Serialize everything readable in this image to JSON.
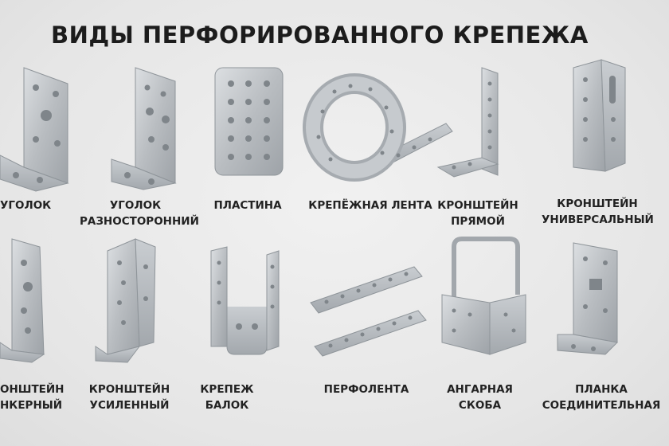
{
  "title": "ВИДЫ ПЕРФОРИРОВАННОГО КРЕПЕЖА",
  "items": [
    {
      "l1": "УГОЛОК",
      "l2": ""
    },
    {
      "l1": "УГОЛОК",
      "l2": "РАЗНОСТОРОННИЙ"
    },
    {
      "l1": "ПЛАСТИНА",
      "l2": ""
    },
    {
      "l1": "КРЕПЁЖНАЯ ЛЕНТА",
      "l2": ""
    },
    {
      "l1": "КРОНШТЕЙН",
      "l2": "ПРЯМОЙ"
    },
    {
      "l1": "КРОНШТЕЙН",
      "l2": "УНИВЕРСАЛЬНЫЙ"
    },
    {
      "l1": "ОНШТЕЙН",
      "l2": "НКЕРНЫЙ"
    },
    {
      "l1": "КРОНШТЕЙН",
      "l2": "УСИЛЕННЫЙ"
    },
    {
      "l1": "КРЕПЕЖ",
      "l2": "БАЛОК"
    },
    {
      "l1": "ПЕРФОЛЕНТА",
      "l2": ""
    },
    {
      "l1": "АНГАРНАЯ",
      "l2": "СКОБА"
    },
    {
      "l1": "ПЛАНКА",
      "l2": "СОЕДИНИТЕЛЬНАЯ"
    }
  ]
}
